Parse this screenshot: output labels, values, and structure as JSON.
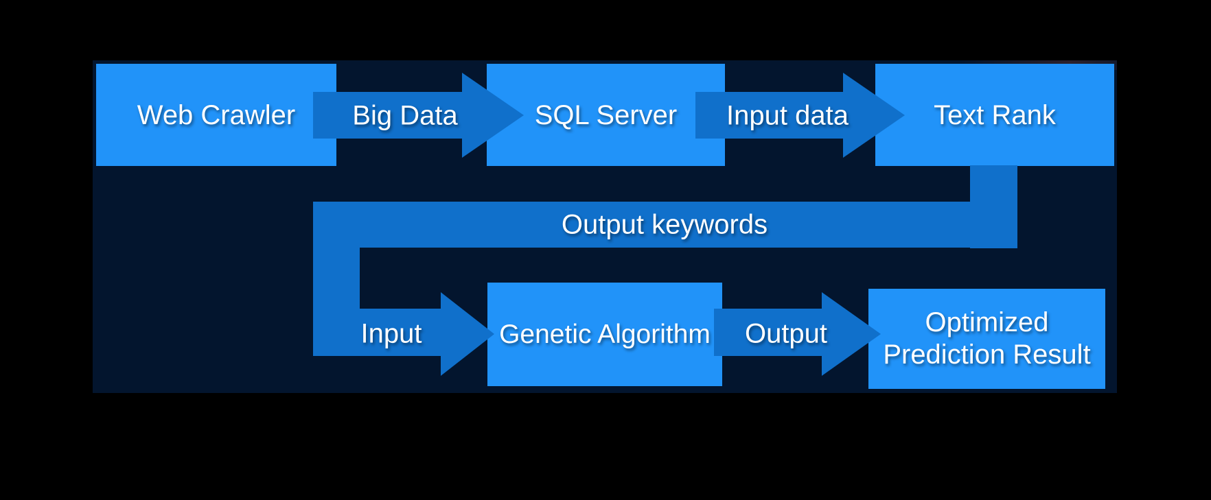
{
  "diagram": {
    "colors": {
      "background": "#000000",
      "panel": "#03152e",
      "node_fill": "#2193f9",
      "connector_fill": "#1070cb",
      "text": "#ffffff"
    },
    "nodes": [
      {
        "id": "web-crawler",
        "label": "Web Crawler"
      },
      {
        "id": "sql-server",
        "label": "SQL Server"
      },
      {
        "id": "text-rank",
        "label": "Text Rank"
      },
      {
        "id": "genetic-algorithm",
        "label": "Genetic Algorithm"
      },
      {
        "id": "optimized-prediction-result",
        "label": "Optimized Prediction Result",
        "lines": [
          "Optimized",
          "Prediction Result"
        ]
      }
    ],
    "edges": [
      {
        "id": "big-data",
        "label": "Big Data",
        "from": "web-crawler",
        "to": "sql-server"
      },
      {
        "id": "input-data",
        "label": "Input data",
        "from": "sql-server",
        "to": "text-rank"
      },
      {
        "id": "output-keywords",
        "label": "Output keywords",
        "from": "text-rank",
        "to": "genetic-algorithm"
      },
      {
        "id": "input",
        "label": "Input",
        "from": "output-keywords",
        "to": "genetic-algorithm"
      },
      {
        "id": "output",
        "label": "Output",
        "from": "genetic-algorithm",
        "to": "optimized-prediction-result"
      }
    ]
  }
}
